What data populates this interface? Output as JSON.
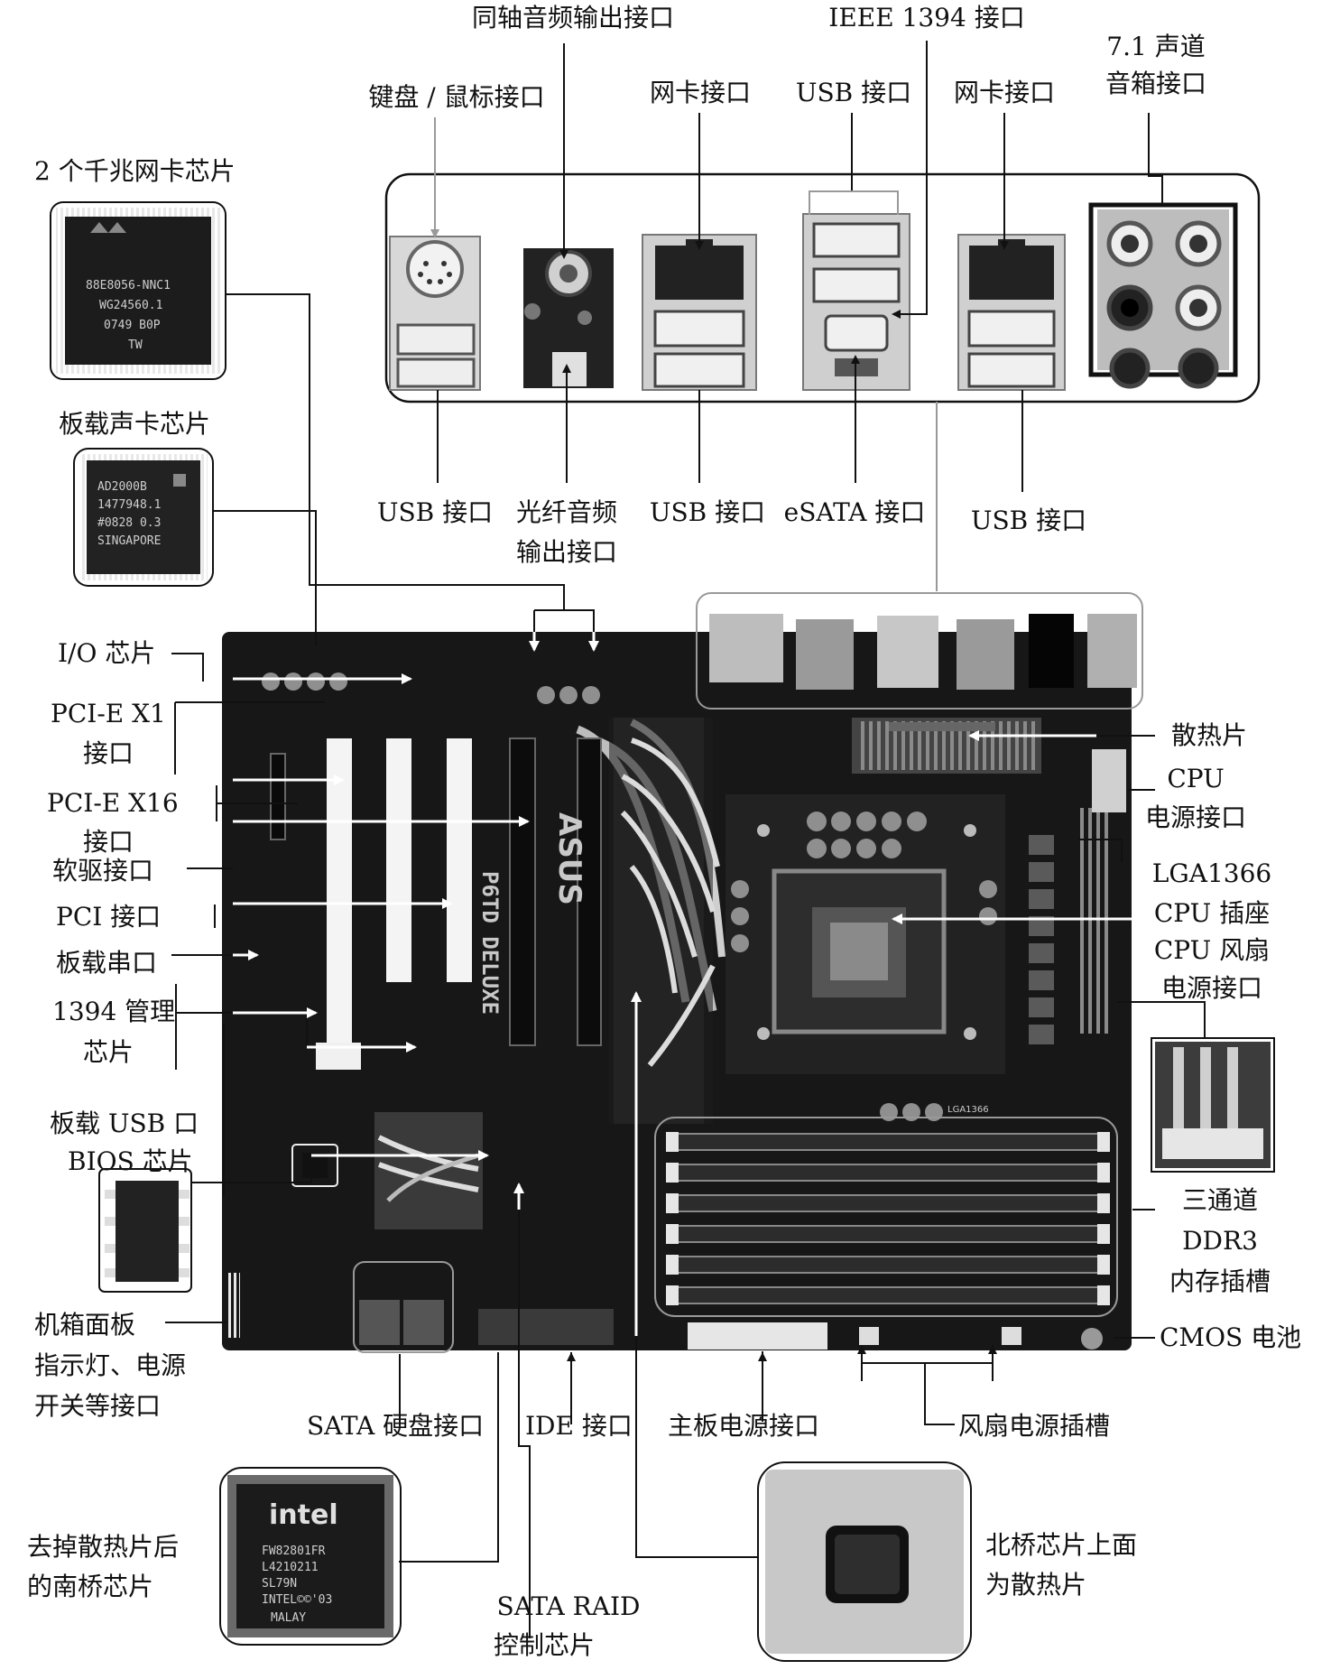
{
  "labels": {
    "coax": "同轴音频输出接口",
    "ieee": "IEEE 1394 接口",
    "ch71_1": "7.1 声道",
    "ch71_2": "音箱接口",
    "ps2": "键盘 / 鼠标接口",
    "lan1": "网卡接口",
    "usbtop": "USB 接口",
    "lan2": "网卡接口",
    "gigchip": "2 个千兆网卡芯片",
    "audiochip": "板载声卡芯片",
    "usb1": "USB 接口",
    "optical1": "光纤音频",
    "optical2": "输出接口",
    "usb2": "USB 接口",
    "esata": "eSATA 接口",
    "usb3": "USB 接口",
    "io": "I/O 芯片",
    "pcie1_a": "PCI-E X1",
    "pcie1_b": "接口",
    "pcie16_a": "PCI-E X16",
    "pcie16_b": "接口",
    "floppy": "软驱接口",
    "pci": "PCI 接口",
    "serial": "板载串口",
    "m1394_a": "1394 管理",
    "m1394_b": "芯片",
    "usbpin": "板载 USB 口",
    "bios": "BIOS 芯片",
    "panel_a": "机箱面板",
    "panel_b": "指示灯、电源",
    "panel_c": "开关等接口",
    "heatsink": "散热片",
    "cpupwr_a": "CPU",
    "cpupwr_b": "电源接口",
    "lga_a": "LGA1366",
    "lga_b": "CPU 插座",
    "cpufan_a": "CPU 风扇",
    "cpufan_b": "电源接口",
    "ddr_a": "三通道",
    "ddr_b": "DDR3",
    "ddr_c": "内存插槽",
    "cmos": "CMOS 电池",
    "sata": "SATA 硬盘接口",
    "ide": "IDE 接口",
    "atx": "主板电源接口",
    "fan": "风扇电源插槽",
    "sb_a": "去掉散热片后",
    "sb_b": "的南桥芯片",
    "raid_a": "SATA RAID",
    "raid_b": "控制芯片",
    "nb_a": "北桥芯片上面",
    "nb_b": "为散热片"
  },
  "chips": {
    "lan": [
      "88E8056-NNC1",
      "WG24560.1",
      "0749 B0P",
      "TW"
    ],
    "audio": [
      "AD2000B",
      "1477948.1",
      "#0828 0.3",
      "SINGAPORE"
    ],
    "intel_logo": "intel",
    "southbridge": [
      "FW82801FR",
      "L4210211",
      "SL79N",
      "INTEL©©'03",
      "MALAY"
    ]
  },
  "board": {
    "brand": "ASUS",
    "model": "P6TD DELUXE",
    "socket_label": "LGA1366"
  }
}
